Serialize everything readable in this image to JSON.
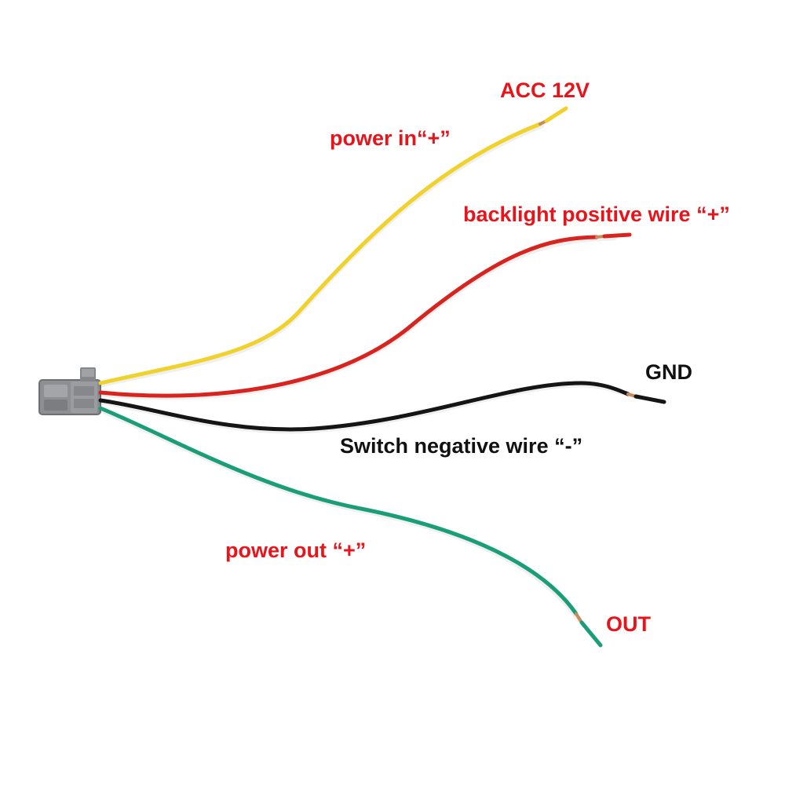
{
  "colors": {
    "background": "#ffffff",
    "label_red": "#e8141b",
    "label_black": "#111111",
    "wire_yellow": "#f0d22a",
    "wire_red": "#d8231f",
    "wire_black": "#151515",
    "wire_green": "#1a9e78",
    "connector": "#8d8f93",
    "copper": "#c98b5a"
  },
  "labels": {
    "acc": "ACC 12V",
    "power_in": "power in“+”",
    "backlight": "backlight positive wire “+”",
    "gnd": "GND",
    "switch": "Switch negative wire “-”",
    "power_out": "power out “+”",
    "out": "OUT"
  },
  "icons": {
    "connector": "wire-connector-icon"
  }
}
